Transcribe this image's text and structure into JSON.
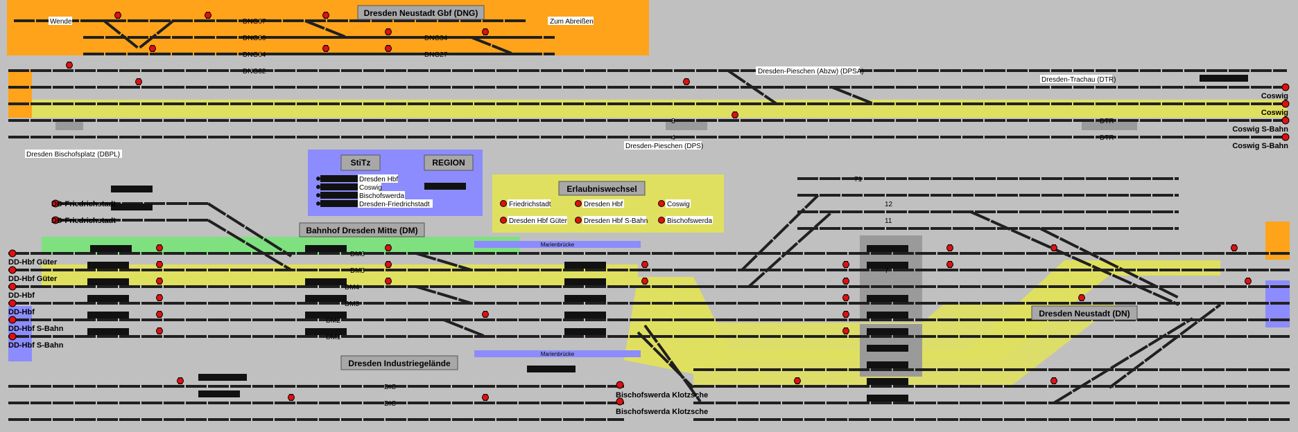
{
  "colors": {
    "background": "#c0c0c0",
    "orange_zone": "#ffa31a",
    "yellow_zone": "#e0e060",
    "green_zone": "#7fe07f",
    "blue_zone": "#8c8cff",
    "panel_title_bg": "#a8a8a8",
    "signal_red": "#e01010",
    "track": "#202020"
  },
  "station_titles": {
    "dng": "Dresden Neustadt Gbf (DNG)",
    "dm": "Bahnhof Dresden Mitte (DM)",
    "industrie": "Dresden Industriegelände",
    "dn": "Dresden Neustadt (DN)"
  },
  "place_labels": {
    "wende": "Wende",
    "zum_abreissen": "Zum Abreißen",
    "pieschen_abzw": "Dresden-Pieschen (Abzw) (DPSA)",
    "trachau": "Dresden-Trachau (DTR)",
    "bischofsplatz": "Dresden Bischofsplatz (DBPL)",
    "pieschen": "Dresden-Pieschen (DPS)",
    "marienbruecke_1": "Marienbrücke",
    "marienbruecke_2": "Marienbrücke"
  },
  "track_labels": {
    "dng67": "DNG67",
    "dng66": "DNG66",
    "dng64": "DNG64",
    "dng62": "DNG62",
    "dng34": "DNG34",
    "dng27": "DNG27",
    "dtr1": "DTR",
    "dtr2": "DTR",
    "dm6": "DM6",
    "dm5": "DM5",
    "dm4": "DM4",
    "dm3": "DM3",
    "dm2": "DM2",
    "dm1": "DM1",
    "dic1": "DIC",
    "dic2": "DIC",
    "t3": "3",
    "t4": "4",
    "t7": "7",
    "t11": "11",
    "t12": "12",
    "t71": "71"
  },
  "left_endpoints": [
    "DD-Friedrichstadt",
    "DD-Friedrichstadt",
    "DD-Hbf Güter",
    "DD-Hbf Güter",
    "DD-Hbf",
    "DD-Hbf",
    "DD-Hbf S-Bahn",
    "DD-Hbf S-Bahn"
  ],
  "right_endpoints": [
    "Coswig",
    "Coswig",
    "Coswig S-Bahn",
    "Coswig S-Bahn"
  ],
  "bottom_endpoints": [
    "Bischofswerda Klotzsche",
    "Bischofswerda Klotzsche"
  ],
  "stitz": {
    "title": "StiTz",
    "items": [
      "Dresden Hbf",
      "Coswig",
      "Bischofswerda",
      "Dresden-Friedrichstadt"
    ],
    "region_title": "REGION"
  },
  "erlaubnis": {
    "title": "Erlaubniswechsel",
    "items": [
      "Friedrichstadt",
      "Dresden Hbf",
      "Coswig",
      "Dresden Hbf Güter",
      "Dresden Hbf S-Bahn",
      "Bischofswerda"
    ]
  }
}
